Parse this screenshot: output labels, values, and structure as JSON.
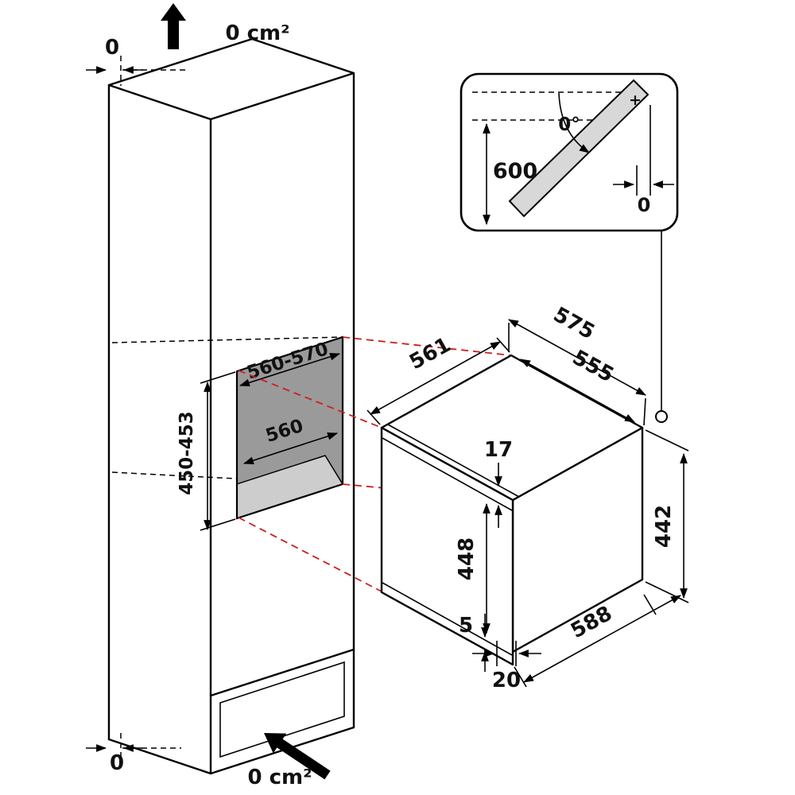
{
  "diagram": {
    "cabinet": {
      "top_clearance": "0",
      "top_vent_area": "0 cm²",
      "bottom_clearance": "0",
      "bottom_vent_area": "0 cm²"
    },
    "niche": {
      "width": "560-570",
      "depth": "560",
      "height": "450-453"
    },
    "appliance": {
      "depth": "561",
      "overall_width": "575",
      "body_width": "555",
      "top_inset": "17",
      "front_height": "448",
      "side_height": "442",
      "overall_depth": "588",
      "bottom_inset": "5",
      "rear_offset": "20"
    },
    "door_detail": {
      "clearance_height": "600",
      "opening_angle": "0°",
      "side_clearance": "0",
      "plus_marker": "+"
    },
    "colors": {
      "line": "#000000",
      "alignment_red": "#cf1d1d",
      "niche_back": "#9a9a9a",
      "niche_floor": "#cdcdcd",
      "door_panel": "#d8d8d8"
    }
  }
}
